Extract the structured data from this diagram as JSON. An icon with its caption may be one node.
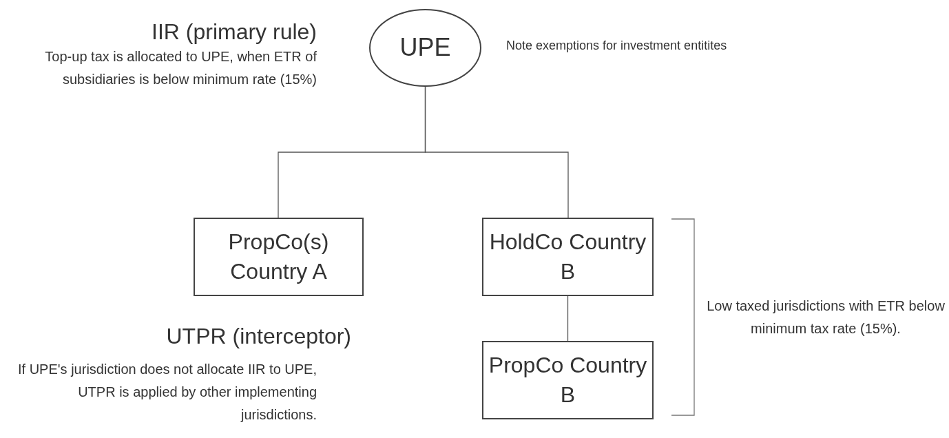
{
  "diagram": {
    "nodes": [
      {
        "text": [
          "UPE"
        ]
      },
      {
        "text": [
          "PropCo(s) Country A"
        ]
      },
      {
        "text": [
          "HoldCo Country B"
        ]
      },
      {
        "text": [
          "PropCo Country B"
        ]
      }
    ],
    "edges": [
      {
        "from": 0,
        "to": 1,
        "arrow": "none"
      },
      {
        "from": 0,
        "to": 2,
        "arrow": "none"
      },
      {
        "from": 2,
        "to": 3,
        "arrow": "none"
      }
    ],
    "labels": [
      "IIR (primary rule)",
      "Top-up tax is allocated to UPE, when ETR of subsidiaries is below minimum rate (15%)",
      "Note exemptions for investment entitites",
      "UTPR (interceptor)",
      "If UPE's jurisdiction does not allocate IIR to UPE, UTPR is applied by other implementing jurisdictions.",
      "Low taxed jurisdictions with ETR below minimum tax rate (15%)."
    ]
  }
}
